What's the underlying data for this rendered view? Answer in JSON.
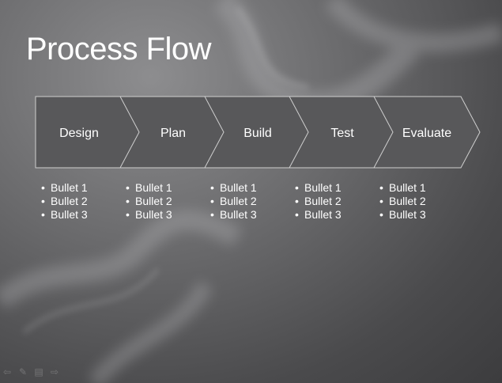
{
  "slide": {
    "title": "Process Flow"
  },
  "steps": [
    {
      "label": "Design",
      "bullets": [
        "Bullet 1",
        "Bullet 2",
        "Bullet 3"
      ]
    },
    {
      "label": "Plan",
      "bullets": [
        "Bullet 1",
        "Bullet 2",
        "Bullet 3"
      ]
    },
    {
      "label": "Build",
      "bullets": [
        "Bullet 1",
        "Bullet 2",
        "Bullet 3"
      ]
    },
    {
      "label": "Test",
      "bullets": [
        "Bullet 1",
        "Bullet 2",
        "Bullet 3"
      ]
    },
    {
      "label": "Evaluate",
      "bullets": [
        "Bullet 1",
        "Bullet 2",
        "Bullet 3"
      ]
    }
  ],
  "controls": {
    "prev_icon": "arrow-left-icon",
    "pen_icon": "pen-icon",
    "menu_icon": "slide-menu-icon",
    "next_icon": "arrow-right-icon"
  },
  "colors": {
    "chevron_fill": "#58585a",
    "chevron_stroke": "#cfcfcf",
    "text": "#ffffff"
  }
}
